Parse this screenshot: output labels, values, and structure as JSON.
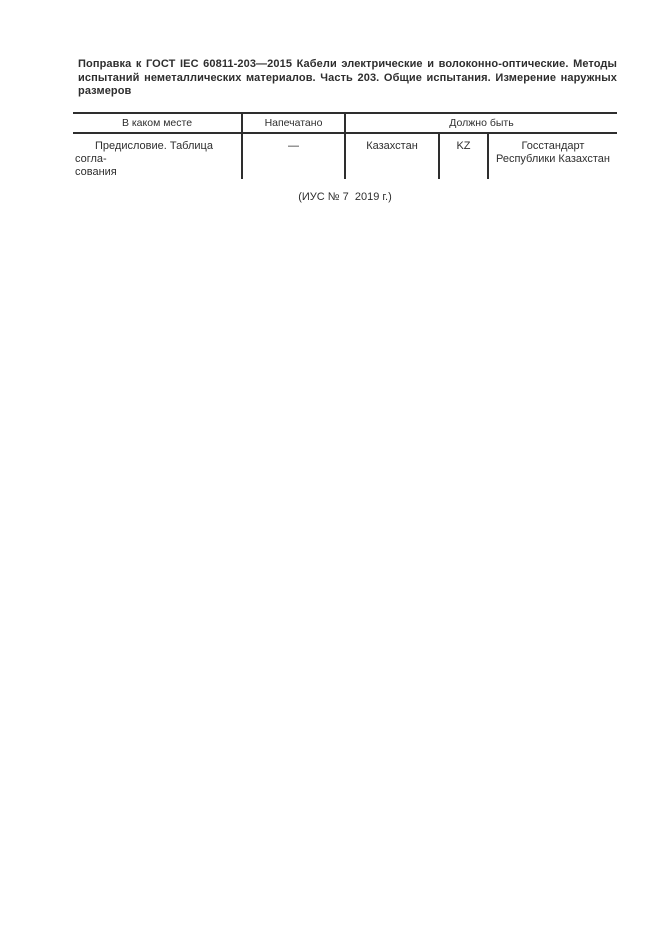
{
  "page": {
    "title_lines": [
      "Поправка к ГОСТ IEC 60811-203—2015 Кабели электрические и волоконно-оптические. Методы",
      "испытаний неметаллических материалов. Часть 203. Общие испытания. Измерение наружных",
      "размеров"
    ]
  },
  "table": {
    "headers": [
      "В каком месте",
      "Напечатано",
      "Должно быть"
    ],
    "row": {
      "location_lines": [
        "Предисловие. Таблица согла-",
        "сования"
      ],
      "printed": "—",
      "correct": {
        "country": "Казахстан",
        "code": "KZ",
        "authority_lines": [
          "Госстандарт",
          "Республики Казахстан"
        ]
      }
    }
  },
  "footer": {
    "issue_note": "(ИУС № 7  2019 г.)"
  },
  "colors": {
    "background": "#ffffff",
    "text": "#2e2e2e",
    "line": "#2e2e2e"
  }
}
